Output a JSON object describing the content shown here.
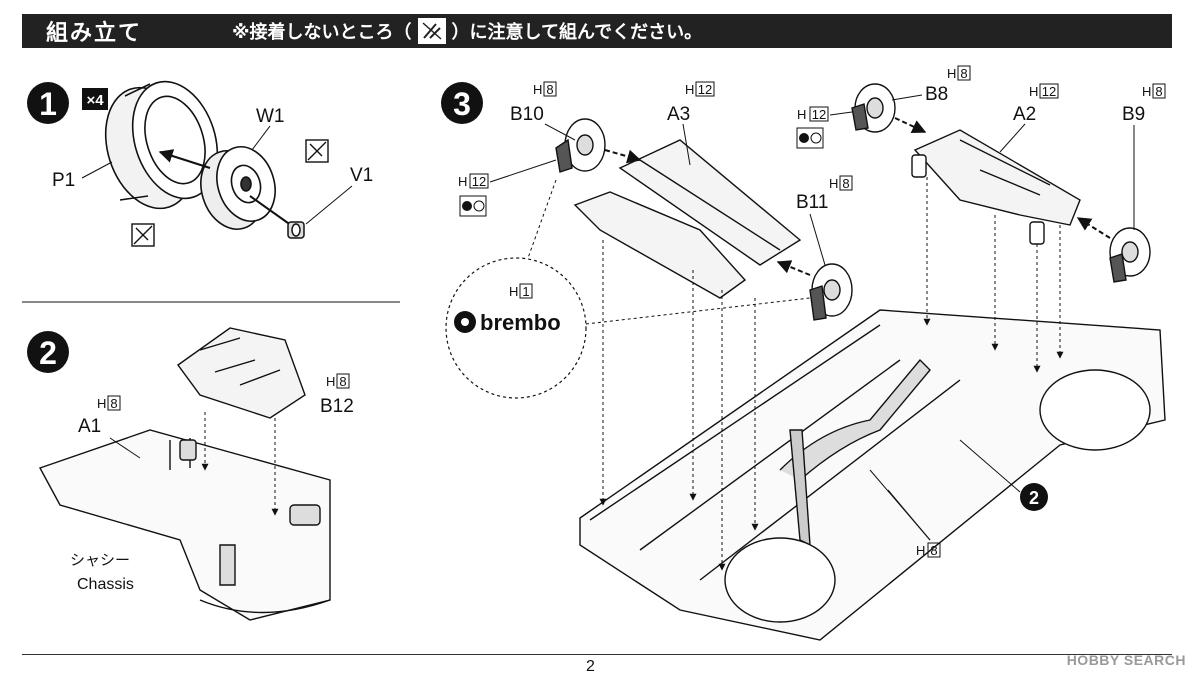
{
  "header": {
    "title": "組み立て",
    "note_prefix": "※接着しないところ（",
    "note_suffix": "）に注意して組んでください。"
  },
  "steps": {
    "s1": {
      "number": "1",
      "multiplier": "×4",
      "parts": {
        "p1": "P1",
        "w1": "W1",
        "v1": "V1"
      }
    },
    "s2": {
      "number": "2",
      "parts": {
        "a1": "A1",
        "b12": "B12"
      },
      "colors": {
        "a1": "8",
        "b12": "8"
      },
      "chassis_jp": "シャシー",
      "chassis_en": "Chassis"
    },
    "s3": {
      "number": "3",
      "parts": {
        "b10": "B10",
        "a3": "A3",
        "b8": "B8",
        "a2": "A2",
        "b9": "B9",
        "b11": "B11"
      },
      "colors": {
        "b10": "8",
        "a3": "12",
        "b8": "8",
        "a2": "12",
        "b9": "8",
        "b11": "8",
        "caliper_left": "12",
        "caliper_right": "12",
        "decal": "1",
        "exhaust": "8"
      },
      "decal_text": "brembo",
      "ref_step": "2"
    }
  },
  "color_prefix": "H",
  "footer": {
    "page": "2",
    "watermark": "HOBBY SEARCH"
  }
}
